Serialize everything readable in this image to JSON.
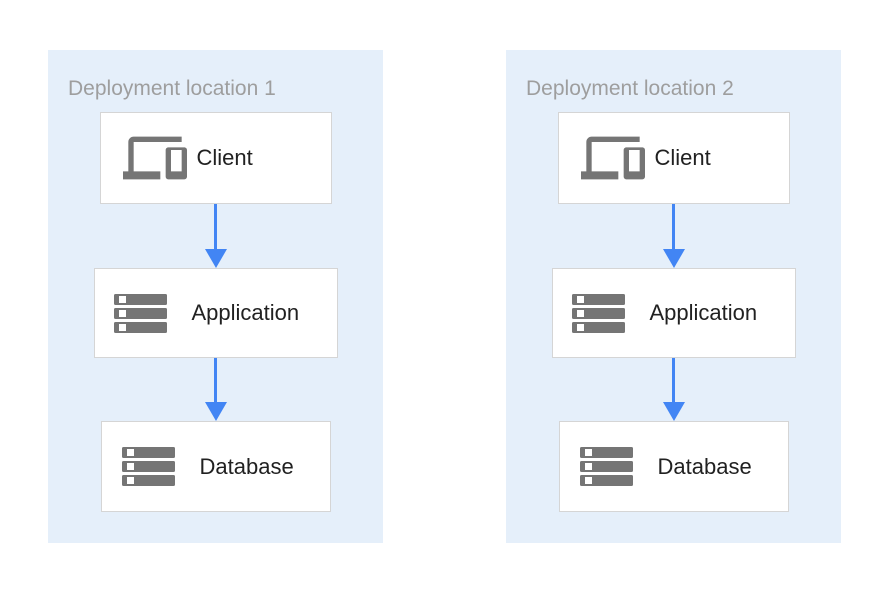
{
  "colors": {
    "canvas_bg": "#ffffff",
    "panel_bg": "#e5effa",
    "box_bg": "#ffffff",
    "box_border": "#d5d5d5",
    "title_color": "#9e9e9e",
    "label_color": "#212121",
    "icon_color": "#757575",
    "arrow_color": "#4285f4"
  },
  "diagram": {
    "panels": [
      {
        "title": "Deployment location 1",
        "nodes": [
          {
            "label": "Client",
            "icon": "devices-icon"
          },
          {
            "label": "Application",
            "icon": "server-stack-icon"
          },
          {
            "label": "Database",
            "icon": "server-stack-icon"
          }
        ]
      },
      {
        "title": "Deployment location 2",
        "nodes": [
          {
            "label": "Client",
            "icon": "devices-icon"
          },
          {
            "label": "Application",
            "icon": "server-stack-icon"
          },
          {
            "label": "Database",
            "icon": "server-stack-icon"
          }
        ]
      }
    ]
  }
}
